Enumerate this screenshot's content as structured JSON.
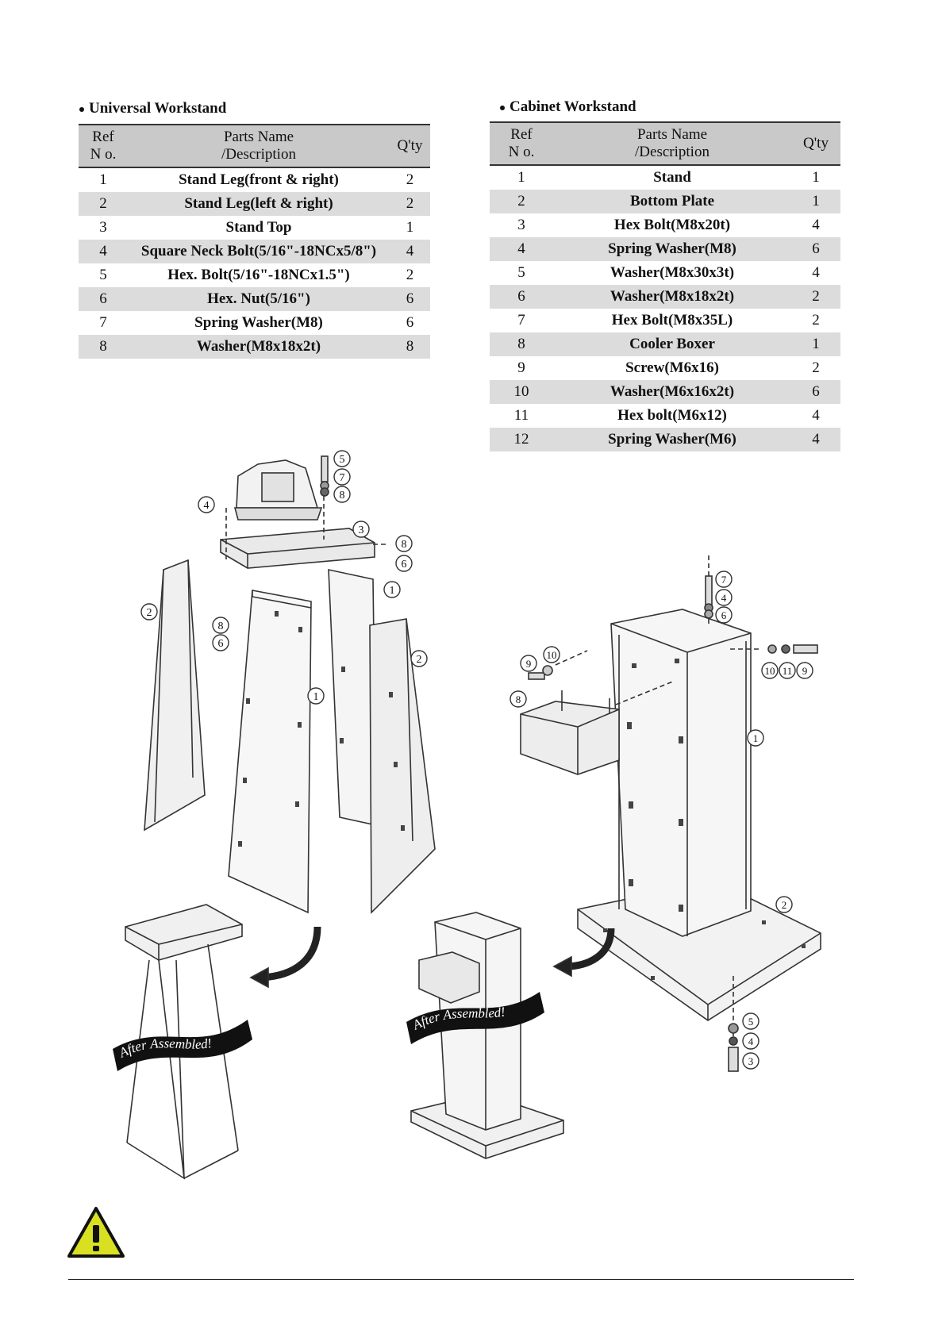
{
  "universal": {
    "title": "Universal Workstand",
    "headers": {
      "ref": "Ref\nN o.",
      "name": "Parts Name\n/Description",
      "qty": "Q'ty"
    },
    "rows": [
      {
        "ref": "1",
        "name": "Stand Leg(front & right)",
        "qty": "2"
      },
      {
        "ref": "2",
        "name": "Stand Leg(left & right)",
        "qty": "2"
      },
      {
        "ref": "3",
        "name": "Stand Top",
        "qty": "1"
      },
      {
        "ref": "4",
        "name": "Square Neck Bolt(5/16\"-18NCx5/8\")",
        "qty": "4"
      },
      {
        "ref": "5",
        "name": "Hex. Bolt(5/16\"-18NCx1.5\")",
        "qty": "2"
      },
      {
        "ref": "6",
        "name": "Hex. Nut(5/16\")",
        "qty": "6"
      },
      {
        "ref": "7",
        "name": "Spring Washer(M8)",
        "qty": "6"
      },
      {
        "ref": "8",
        "name": "Washer(M8x18x2t)",
        "qty": "8"
      }
    ]
  },
  "cabinet": {
    "title": "Cabinet Workstand",
    "headers": {
      "ref": "Ref\nN o.",
      "name": "Parts Name\n/Description",
      "qty": "Q'ty"
    },
    "rows": [
      {
        "ref": "1",
        "name": "Stand",
        "qty": "1"
      },
      {
        "ref": "2",
        "name": "Bottom Plate",
        "qty": "1"
      },
      {
        "ref": "3",
        "name": "Hex Bolt(M8x20t)",
        "qty": "4"
      },
      {
        "ref": "4",
        "name": "Spring Washer(M8)",
        "qty": "6"
      },
      {
        "ref": "5",
        "name": "Washer(M8x30x3t)",
        "qty": "4"
      },
      {
        "ref": "6",
        "name": "Washer(M8x18x2t)",
        "qty": "2"
      },
      {
        "ref": "7",
        "name": "Hex Bolt(M8x35L)",
        "qty": "2"
      },
      {
        "ref": "8",
        "name": "Cooler Boxer",
        "qty": "1"
      },
      {
        "ref": "9",
        "name": "Screw(M6x16)",
        "qty": "2"
      },
      {
        "ref": "10",
        "name": "Washer(M6x16x2t)",
        "qty": "6"
      },
      {
        "ref": "11",
        "name": "Hex bolt(M6x12)",
        "qty": "4"
      },
      {
        "ref": "12",
        "name": "Spring Washer(M6)",
        "qty": "4"
      }
    ]
  },
  "banners": {
    "left": "After Assembled!",
    "right": "After Assembled!"
  },
  "callouts": {
    "universal": [
      "5",
      "7",
      "8",
      "4",
      "3",
      "8",
      "6",
      "1",
      "2",
      "8",
      "6",
      "1",
      "2"
    ],
    "cabinet": [
      "7",
      "4",
      "6",
      "10",
      "11",
      "9",
      "9",
      "10",
      "8",
      "1",
      "2",
      "5",
      "4",
      "3"
    ]
  },
  "colors": {
    "header_bg": "#c9c9c9",
    "row_shade": "#dcdcdc",
    "warning_fill": "#d9e021"
  },
  "icons": {
    "warning": "warning-triangle-icon"
  }
}
